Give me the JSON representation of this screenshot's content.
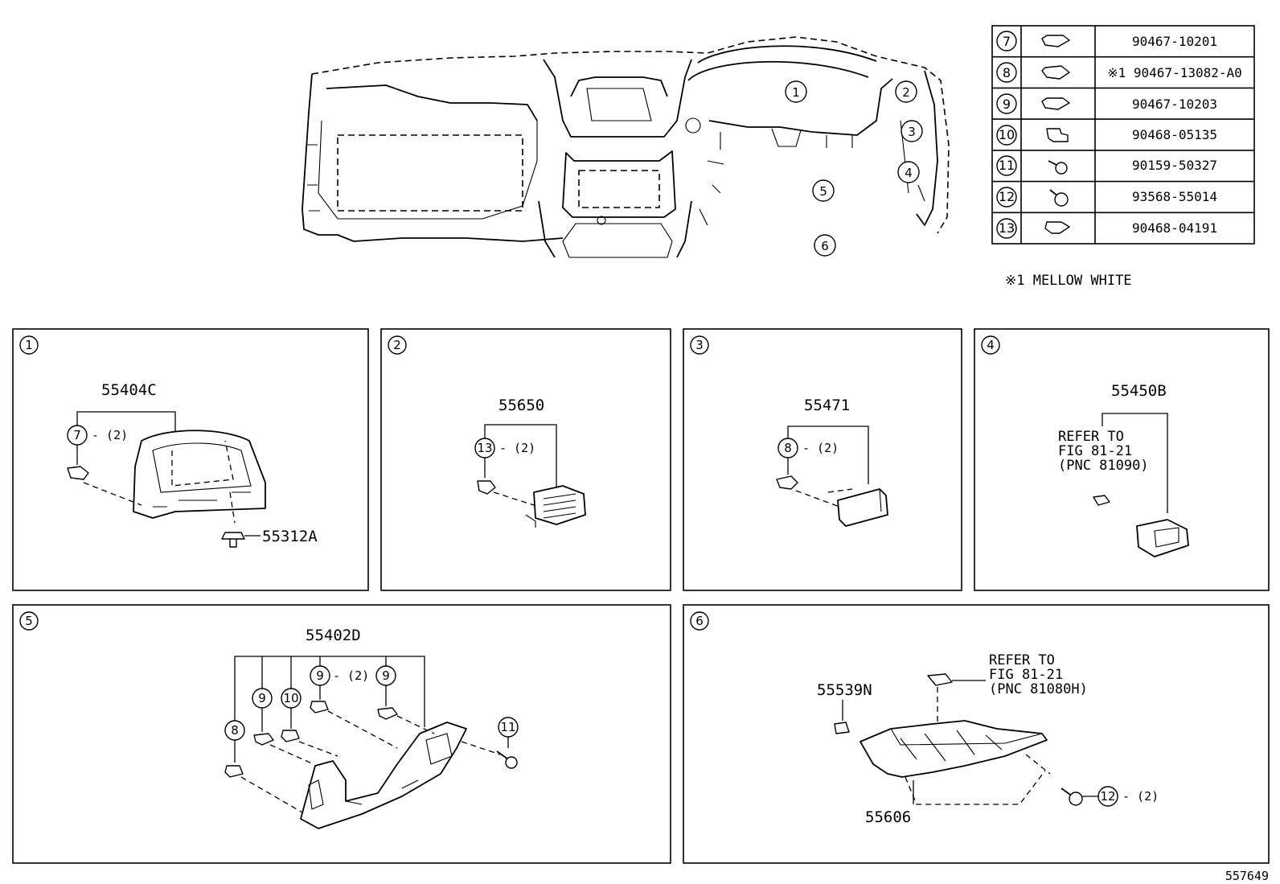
{
  "fasteners": [
    {
      "ref": "7",
      "part": "90467-10201",
      "icon": "clip-icon"
    },
    {
      "ref": "8",
      "part": "※1 90467-13082-A0",
      "icon": "clip-icon"
    },
    {
      "ref": "9",
      "part": "90467-10203",
      "icon": "clip-icon"
    },
    {
      "ref": "10",
      "part": "90468-05135",
      "icon": "clip-icon"
    },
    {
      "ref": "11",
      "part": "90159-50327",
      "icon": "screw-icon"
    },
    {
      "ref": "12",
      "part": "93568-55014",
      "icon": "screw-icon"
    },
    {
      "ref": "13",
      "part": "90468-04191",
      "icon": "clip-icon"
    }
  ],
  "note": "※1  MELLOW  WHITE",
  "overview": {
    "callouts": [
      "1",
      "2",
      "3",
      "4",
      "5",
      "6"
    ]
  },
  "panels": {
    "p1": {
      "ref": "1",
      "main_part": "55404C",
      "clip_ref": "7",
      "clip_qty": "- (2)",
      "screw_part": "55312A"
    },
    "p2": {
      "ref": "2",
      "main_part": "55650",
      "clip_ref": "13",
      "clip_qty": "- (2)"
    },
    "p3": {
      "ref": "3",
      "main_part": "55471",
      "clip_ref": "8",
      "clip_qty": "- (2)"
    },
    "p4": {
      "ref": "4",
      "main_part": "55450B",
      "refer_lines": [
        "REFER TO",
        "FIG 81-21",
        "(PNC 81090)"
      ]
    },
    "p5": {
      "ref": "5",
      "main_part": "55402D",
      "refs": [
        "8",
        "9",
        "10",
        "9",
        "9",
        "11"
      ],
      "clip_qty": "- (2)"
    },
    "p6": {
      "ref": "6",
      "part_a": "55539N",
      "part_b": "55606",
      "screw_ref": "12",
      "screw_qty": "- (2)",
      "refer_lines": [
        "REFER TO",
        "FIG 81-21",
        "(PNC 81080H)"
      ]
    }
  },
  "figure_id": "557649"
}
